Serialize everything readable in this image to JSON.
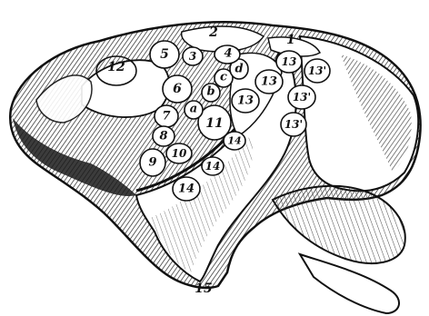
{
  "figure": {
    "labels": {
      "l1": "1",
      "l2": "2",
      "l3": "3",
      "l4": "4",
      "l5": "5",
      "l6": "6",
      "l7": "7",
      "l8": "8",
      "l9": "9",
      "l10": "10",
      "l11": "11",
      "l12": "12",
      "l13": "13",
      "l13p": "13'",
      "l14": "14",
      "l15": "15",
      "la": "a",
      "lb": "b",
      "lc": "c",
      "ld": "d"
    }
  }
}
